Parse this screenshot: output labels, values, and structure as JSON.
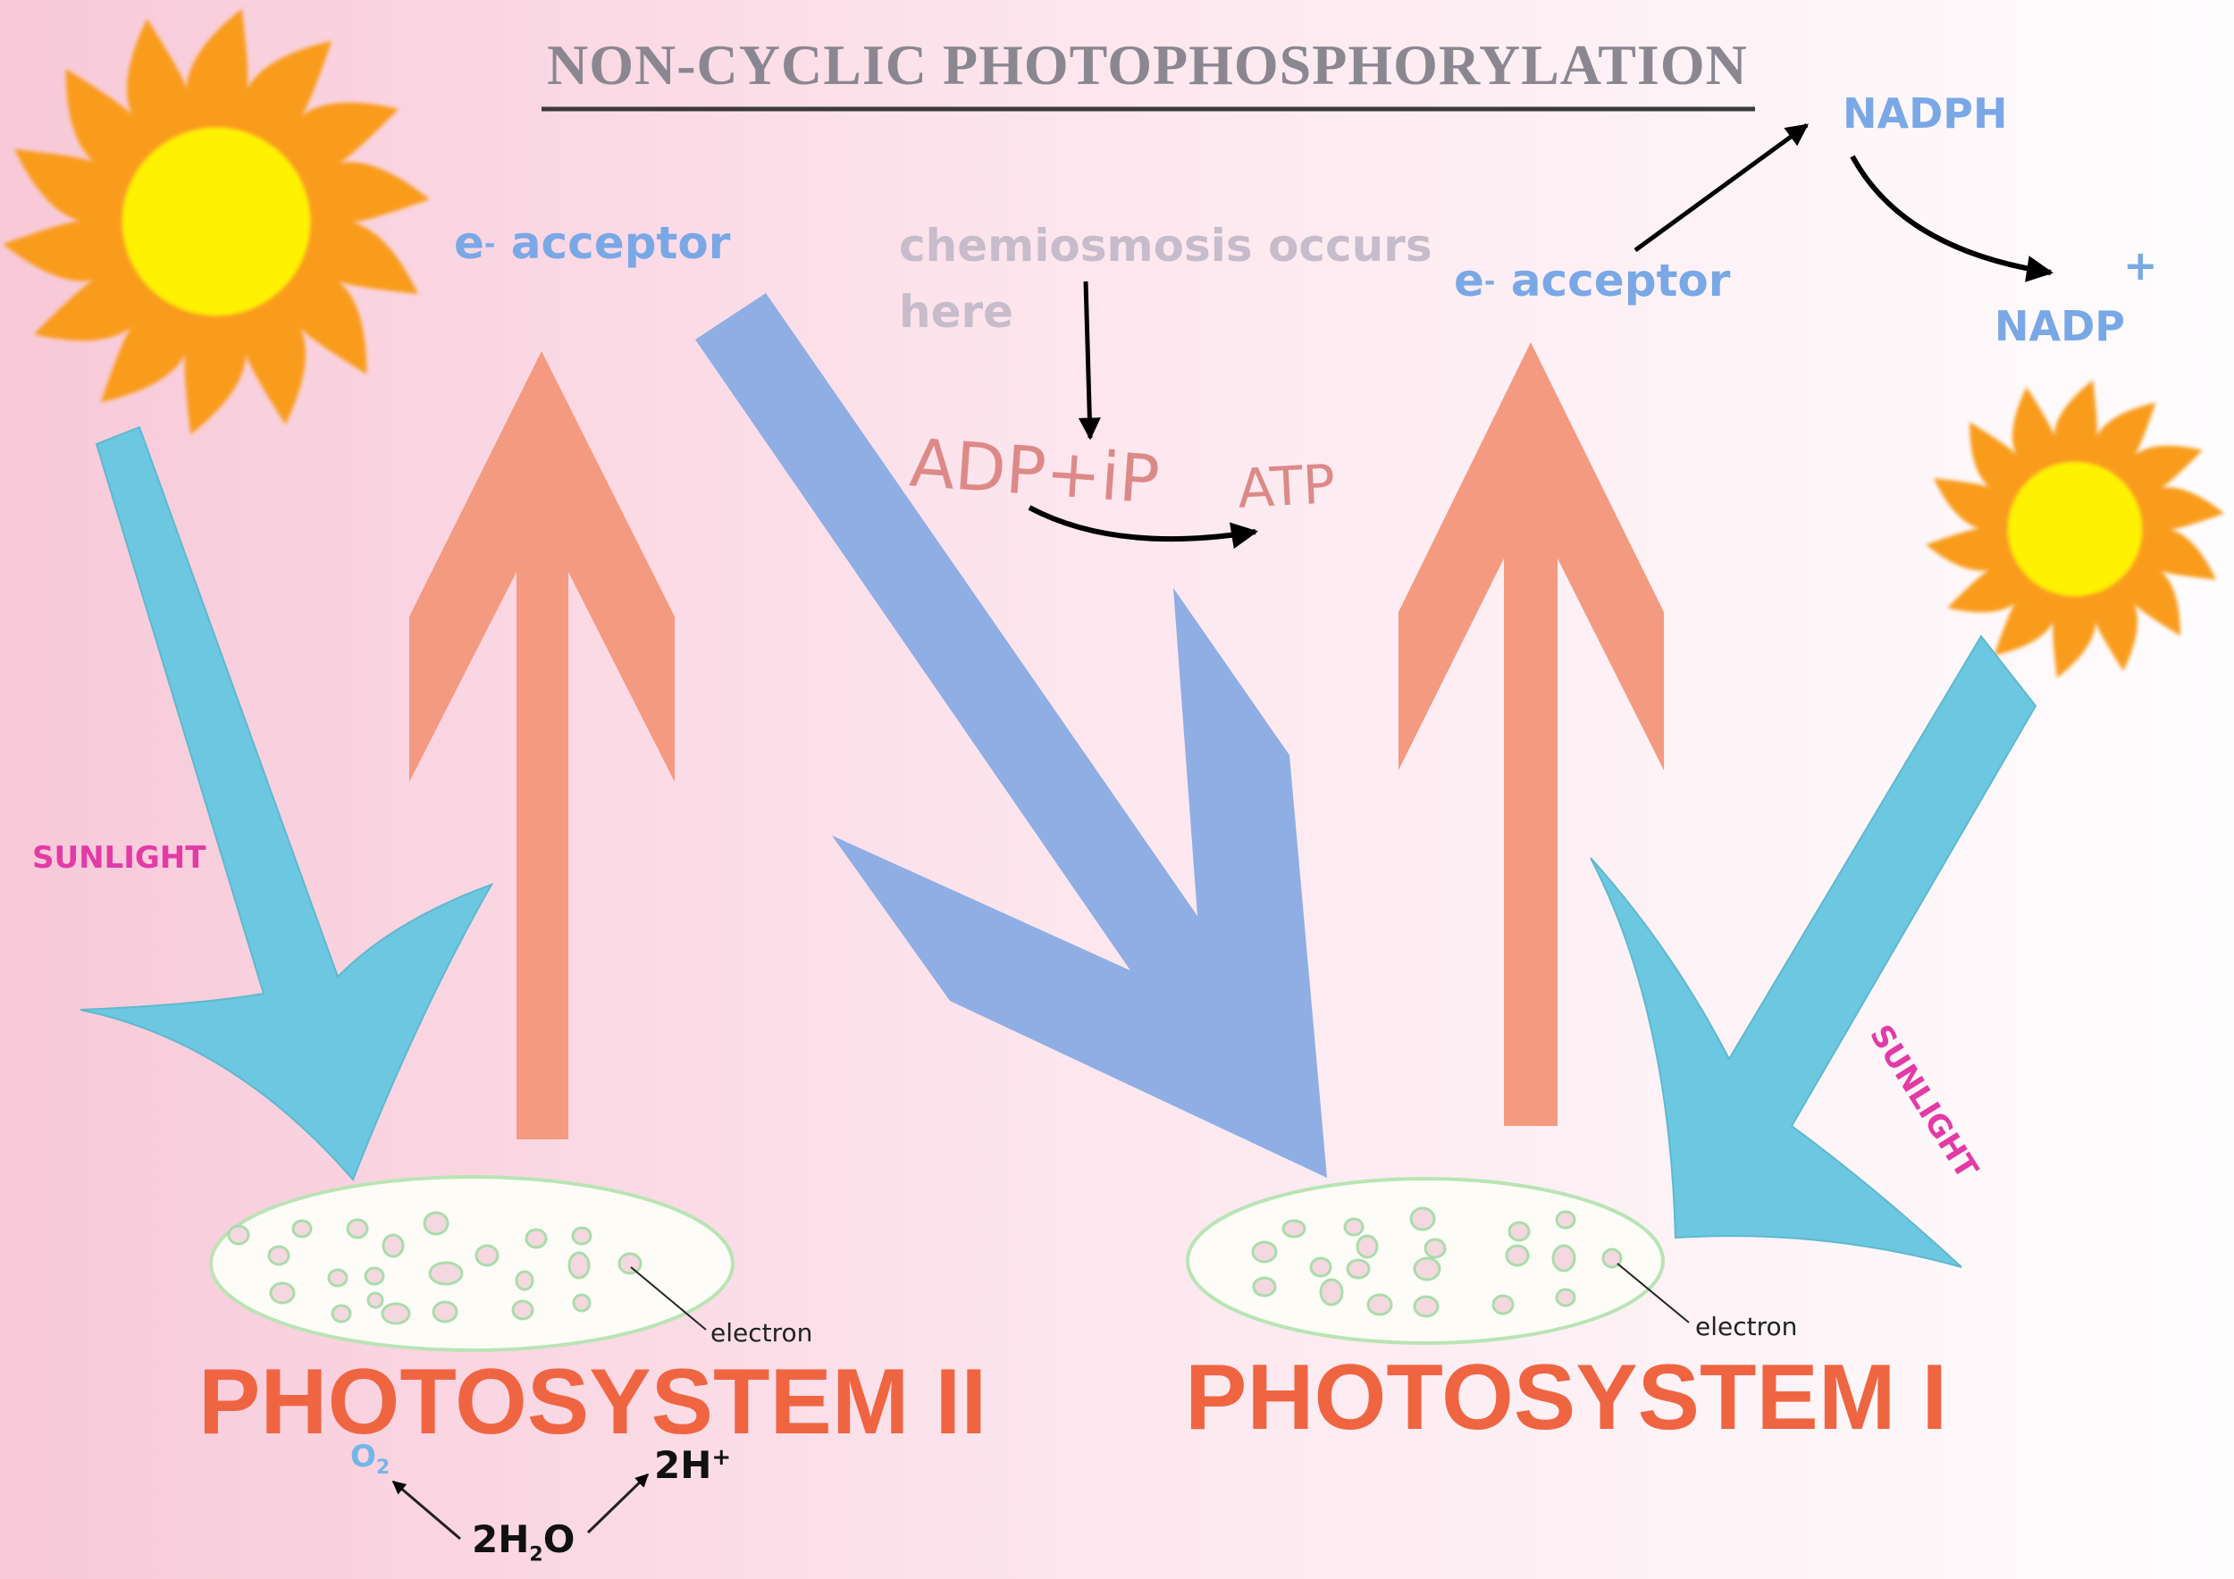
{
  "title": "NON-CYCLIC PHOTOPHOSPHORYLATION",
  "electron_acceptor_left": {
    "base": "e",
    "superscript": "-",
    "text": " acceptor"
  },
  "electron_acceptor_right": {
    "base": "e",
    "superscript": "-",
    "text": " acceptor"
  },
  "chemiosmosis_note": "chemiosmosis occurs here",
  "adp_label": "ADP+iP",
  "atp_label": "ATP",
  "nadph_label": "NADPH",
  "nadp_label": "NADP",
  "nadp_superscript": "+",
  "sunlight_left": "SUNLIGHT",
  "sunlight_right": "SUNLIGHT",
  "photosystem_2_label": "PHOTOSYSTEM II",
  "photosystem_1_label": "PHOTOSYSTEM I",
  "electron_label_ps2": "electron",
  "electron_label_ps1": "electron",
  "oxygen": {
    "base": "O",
    "subscript": "2"
  },
  "hydrogen_ions": {
    "base": "2H",
    "superscript": "+"
  },
  "water": {
    "base": "2H",
    "subscript": "2",
    "tail": "O"
  },
  "colors": {
    "sunlight_arrow": "#6cc8e0",
    "excitation_arrow": "#f49a80",
    "electron_transport_arrow": "#8eaee4",
    "sun_rays": "#f99c1c",
    "sun_core": "#fff200",
    "photosystem_label": "#f06541",
    "accent_blue_text": "#7aa8e6",
    "sunlight_text": "#e33aa6"
  }
}
